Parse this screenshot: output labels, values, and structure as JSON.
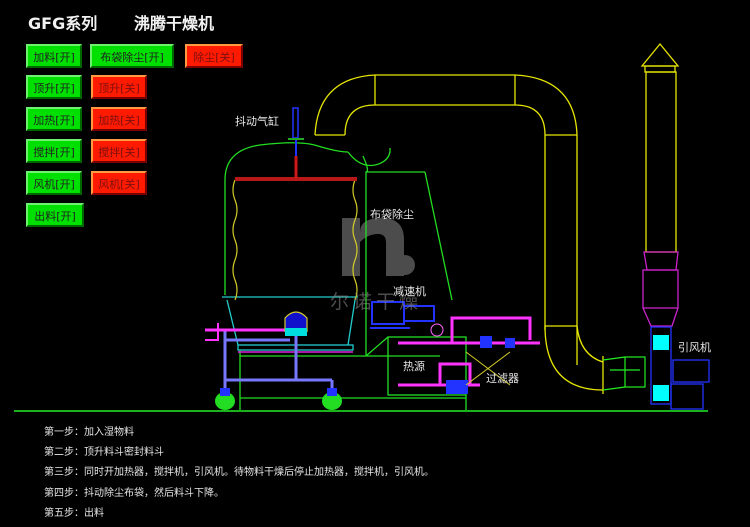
{
  "header": {
    "series": "GFG系列",
    "name": "沸腾干燥机"
  },
  "buttons": [
    {
      "id": "feed-on",
      "label": "加料[开]",
      "state": "on"
    },
    {
      "id": "bag-dust-on",
      "label": "布袋除尘[开]",
      "state": "on"
    },
    {
      "id": "dust-off",
      "label": "除尘[关]",
      "state": "off"
    },
    {
      "id": "lift-on",
      "label": "顶升[开]",
      "state": "on"
    },
    {
      "id": "lift-off",
      "label": "顶升[关]",
      "state": "off"
    },
    {
      "id": "heat-on",
      "label": "加热[开]",
      "state": "on"
    },
    {
      "id": "heat-off",
      "label": "加热[关]",
      "state": "off"
    },
    {
      "id": "stir-on",
      "label": "搅拌[开]",
      "state": "on"
    },
    {
      "id": "stir-off",
      "label": "搅拌[关]",
      "state": "off"
    },
    {
      "id": "fan-on",
      "label": "风机[开]",
      "state": "on"
    },
    {
      "id": "fan-off",
      "label": "风机[关]",
      "state": "off"
    },
    {
      "id": "discharge-on",
      "label": "出料[开]",
      "state": "on"
    }
  ],
  "diagram_labels": {
    "cylinder": "抖动气缸",
    "bag_filter": "布袋除尘",
    "reducer": "减速机",
    "heat_source": "热源",
    "filter": "过滤器",
    "induced_fan": "引风机"
  },
  "watermark": {
    "text": "尔诺干燥"
  },
  "steps": [
    "第一步：加入湿物料",
    "第二步：顶升料斗密封料斗",
    "第三步：同时开加热器，搅拌机，引风机。待物料干燥后停止加热器，搅拌机，引风机。",
    "第四步：抖动除尘布袋，然后料斗下降。",
    "第五步：出料"
  ],
  "colors": {
    "on": "#00e000",
    "off": "#ff1a00",
    "duct": "#e6e600",
    "frame": "#22dd22",
    "pipe": "#ff33ff"
  }
}
